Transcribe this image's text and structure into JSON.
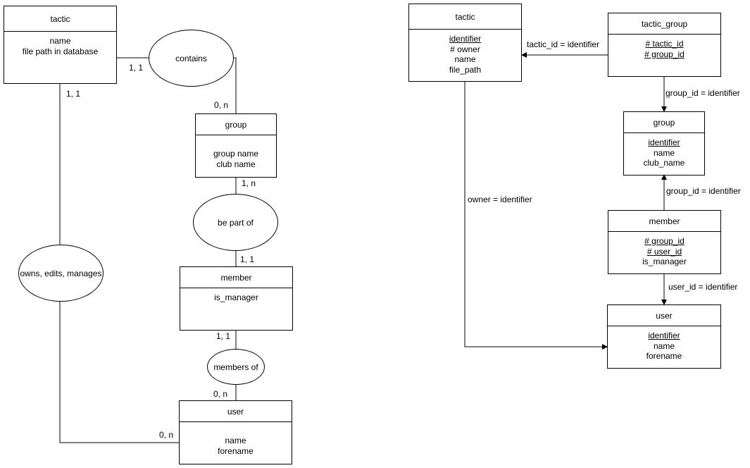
{
  "conceptual": {
    "tactic": {
      "title": "tactic",
      "attributes": [
        "name",
        "file path in database"
      ]
    },
    "group": {
      "title": "group",
      "attributes": [
        "group name",
        "club name"
      ]
    },
    "member": {
      "title": "member",
      "attributes": [
        "is_manager"
      ]
    },
    "user": {
      "title": "user",
      "attributes": [
        "name",
        "forename"
      ]
    },
    "relations": {
      "contains": "contains",
      "be_part_of": "be part of",
      "members_of": "members of",
      "owns": "owns, edits, manages"
    },
    "cardinalities": {
      "tactic_contains": "1, 1",
      "group_contains": "0, n",
      "tactic_owns": "1, 1",
      "group_part": "1, n",
      "member_part": "1, 1",
      "member_members": "1, 1",
      "user_members": "0, n",
      "user_owns": "0, n"
    }
  },
  "logical": {
    "tactic": {
      "title": "tactic",
      "fields": [
        {
          "text": "identifier",
          "key": true
        },
        {
          "text": "# owner",
          "key": false
        },
        {
          "text": "name",
          "key": false
        },
        {
          "text": "file_path",
          "key": false
        }
      ]
    },
    "tactic_group": {
      "title": "tactic_group",
      "fields": [
        {
          "text": "# tactic_id",
          "key": true
        },
        {
          "text": "# group_id",
          "key": true
        }
      ]
    },
    "group": {
      "title": "group",
      "fields": [
        {
          "text": "identifier",
          "key": true
        },
        {
          "text": "name",
          "key": false
        },
        {
          "text": "club_name",
          "key": false
        }
      ]
    },
    "member": {
      "title": "member",
      "fields": [
        {
          "text": "# group_id",
          "key": true
        },
        {
          "text": "# user_id",
          "key": true
        },
        {
          "text": "is_manager",
          "key": false
        }
      ]
    },
    "user": {
      "title": "user",
      "fields": [
        {
          "text": "identifier",
          "key": true
        },
        {
          "text": "name",
          "key": false
        },
        {
          "text": "forename",
          "key": false
        }
      ]
    },
    "links": {
      "tactic_id": "tactic_id = identifier",
      "tg_group": "group_id = identifier",
      "member_group": "group_id = identifier",
      "member_user": "user_id = identifier",
      "owner": "owner = identifier"
    }
  }
}
